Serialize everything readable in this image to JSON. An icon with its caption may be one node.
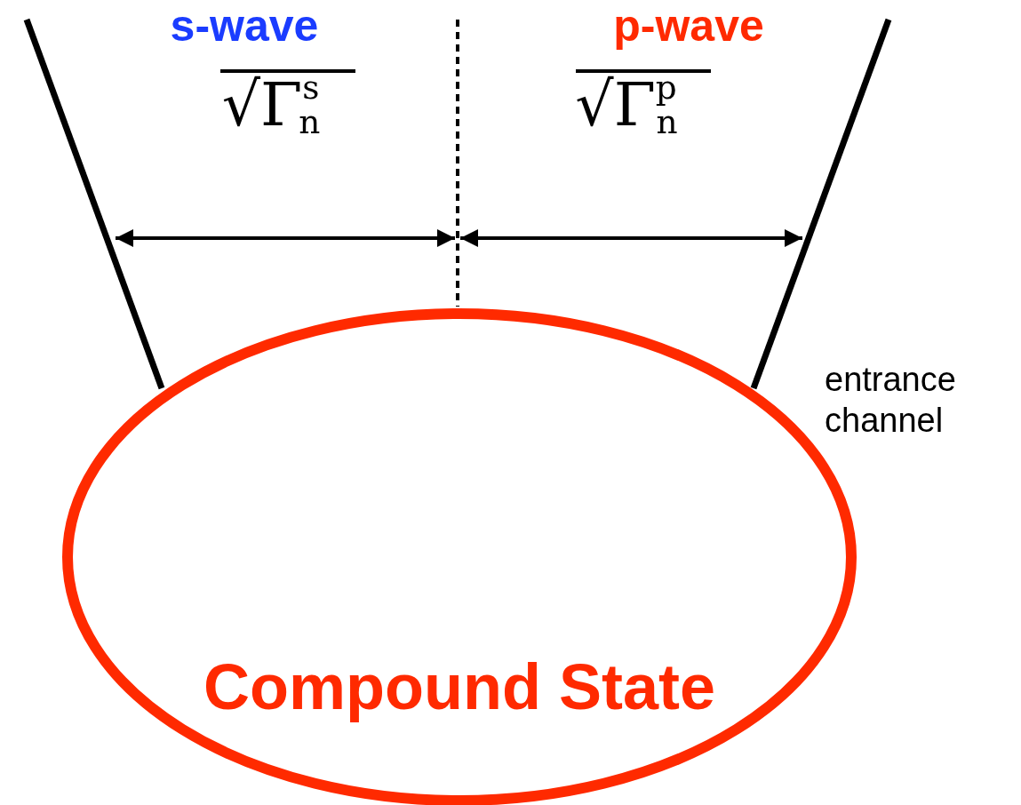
{
  "diagram": {
    "nodes": [
      {
        "text": [
          "Compound State"
        ]
      }
    ],
    "labels": [
      "s-wave",
      "p-wave",
      "√Γ$^{s}$$_{n}$",
      "√Γ$^{p}$$_{n}$",
      "entrance channel"
    ]
  }
}
